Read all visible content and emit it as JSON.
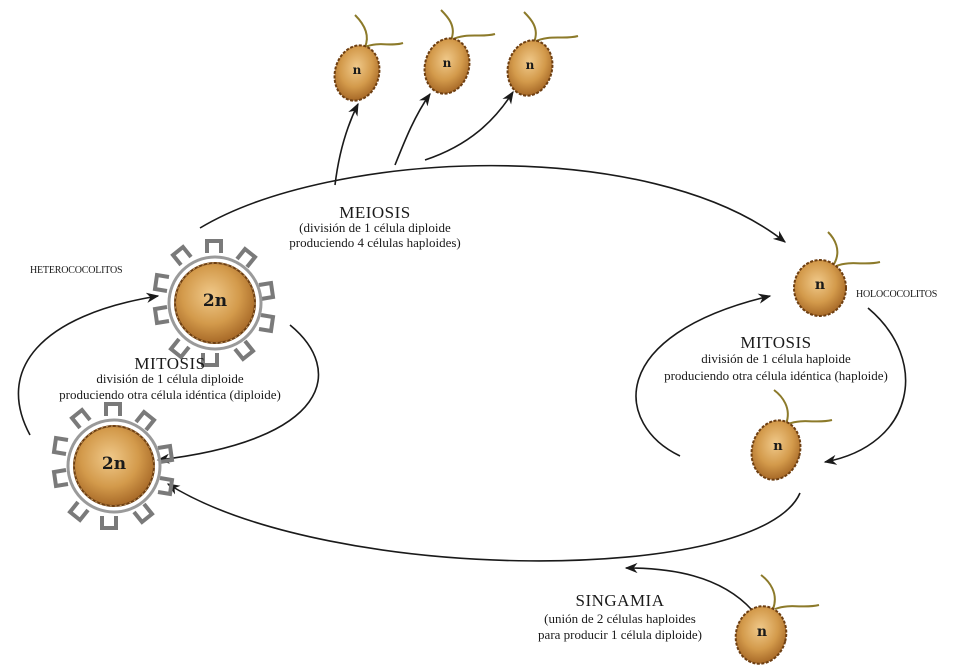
{
  "meiosis": {
    "title": "MEIOSIS",
    "line1": "(división de 1 célula diploide",
    "line2": "produciendo 4 células haploides)"
  },
  "mitosis_diploid": {
    "title": "MITOSIS",
    "line1": "división de 1 célula diploide",
    "line2": "produciendo otra célula idéntica (diploide)"
  },
  "mitosis_haploid": {
    "title": "MITOSIS",
    "line1": "división de 1 célula haploide",
    "line2": "produciendo otra célula idéntica (haploide)"
  },
  "singamia": {
    "title": "SINGAMIA",
    "line1": "(unión de 2 células haploides",
    "line2": "para producir 1 célula diploide)"
  },
  "labels": {
    "heterococolitos": "HETEROCOCOLITOS",
    "holococolitos": "HOLOCOCOLITOS"
  },
  "cells": {
    "diploid": "2n",
    "haploid": "n"
  },
  "colors": {
    "cell_fill": "#c68a3c",
    "cell_highlight": "#f0c98a",
    "cell_rim": "#6e3f12",
    "coccolith": "#808080",
    "flagella": "#8c7a2a",
    "arrow": "#1a1a1a"
  }
}
